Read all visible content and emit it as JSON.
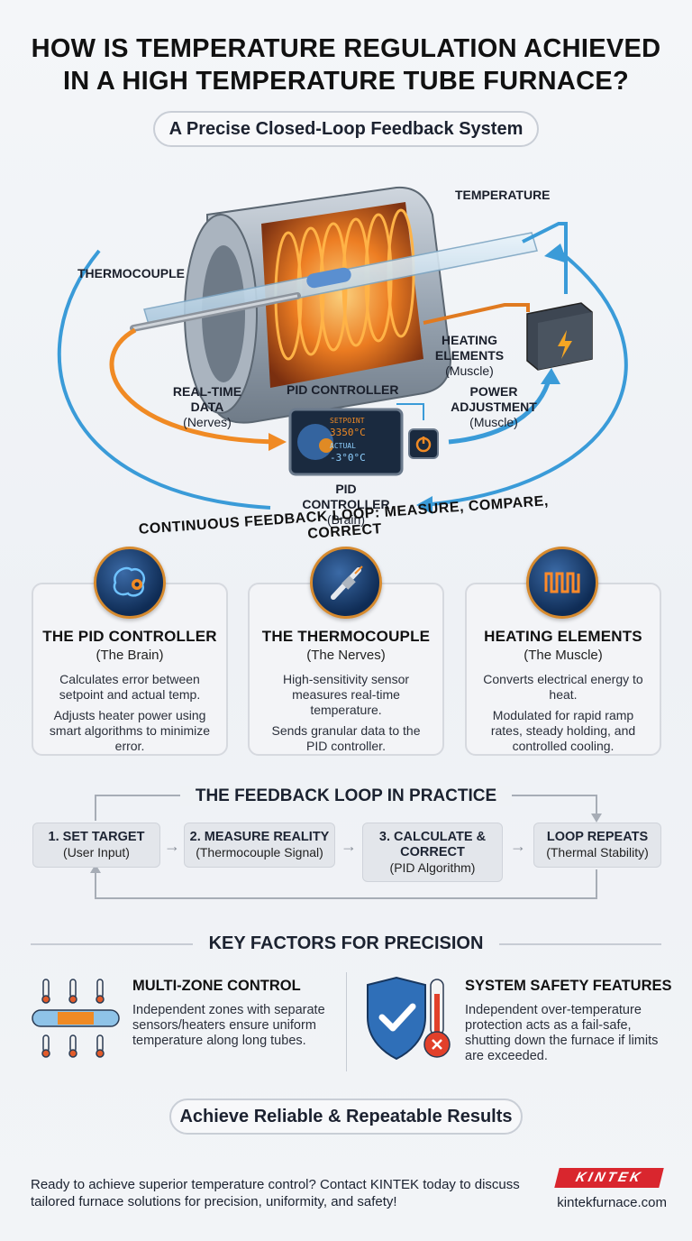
{
  "title": "HOW IS TEMPERATURE REGULATION ACHIEVED IN A HIGH TEMPERATURE TUBE FURNACE?",
  "subtitle": "A Precise Closed-Loop Feedback System",
  "diagram": {
    "temperature_label": "TEMPERATURE",
    "thermocouple_label": "THERMOCOUPLE",
    "heating_label": "HEATING ELEMENTS",
    "heating_sub": "(Muscle)",
    "realtime_label": "REAL-TIME DATA",
    "realtime_sub": "(Nerves)",
    "pid_top_label": "PID CONTROLLER",
    "power_label": "POWER ADJUSTMENT",
    "power_sub": "(Muscle)",
    "pid_bottom_label": "PID CONTROLLER",
    "pid_bottom_sub": "(Brain)",
    "screen_setpoint": "SETPOINT",
    "screen_setpoint_value": "3350°C",
    "screen_actual": "ACTUAL",
    "screen_actual_value": "-3°0°C",
    "loop_caption": "CONTINUOUS FEEDBACK LOOP: MEASURE, COMPARE, CORRECT"
  },
  "cards": [
    {
      "title": "THE PID CONTROLLER",
      "role": "(The Brain)",
      "p1": "Calculates error between setpoint and actual temp.",
      "p2": "Adjusts heater power using smart algorithms to minimize error.",
      "icon": "brain-gear-icon"
    },
    {
      "title": "THE THERMOCOUPLE",
      "role": "(The Nerves)",
      "p1": "High-sensitivity sensor measures real-time temperature.",
      "p2": "Sends granular data to the PID controller.",
      "icon": "thermocouple-probe-icon"
    },
    {
      "title": "HEATING ELEMENTS",
      "role": "(The Muscle)",
      "p1": "Converts electrical energy to heat.",
      "p2": "Modulated for rapid ramp rates, steady holding, and controlled cooling.",
      "icon": "heating-coil-icon"
    }
  ],
  "loop": {
    "title": "THE FEEDBACK LOOP IN PRACTICE",
    "steps": [
      {
        "title": "1. SET TARGET",
        "sub": "(User Input)"
      },
      {
        "title": "2. MEASURE REALITY",
        "sub": "(Thermocouple Signal)"
      },
      {
        "title": "3. CALCULATE & CORRECT",
        "sub": "(PID Algorithm)"
      },
      {
        "title": "LOOP REPEATS",
        "sub": "(Thermal Stability)"
      }
    ]
  },
  "key_factors": {
    "title": "KEY FACTORS FOR PRECISION",
    "left_title": "MULTI-ZONE CONTROL",
    "left_text": "Independent zones with separate sensors/heaters ensure uniform temperature along long tubes.",
    "right_title": "SYSTEM SAFETY FEATURES",
    "right_text": "Independent over-temperature protection acts as a fail-safe, shutting down the furnace if limits are exceeded."
  },
  "bottom_pill": "Achieve Reliable & Repeatable Results",
  "footer": {
    "text": "Ready to achieve superior temperature control? Contact KINTEK today to discuss tailored furnace solutions for precision, uniformity, and safety!",
    "brand": "KINTEK",
    "url": "kintekfurnace.com"
  },
  "colors": {
    "accent_orange": "#f08a24",
    "accent_blue": "#3a9bd8",
    "navy": "#10294d",
    "brand_red": "#d9262e"
  }
}
